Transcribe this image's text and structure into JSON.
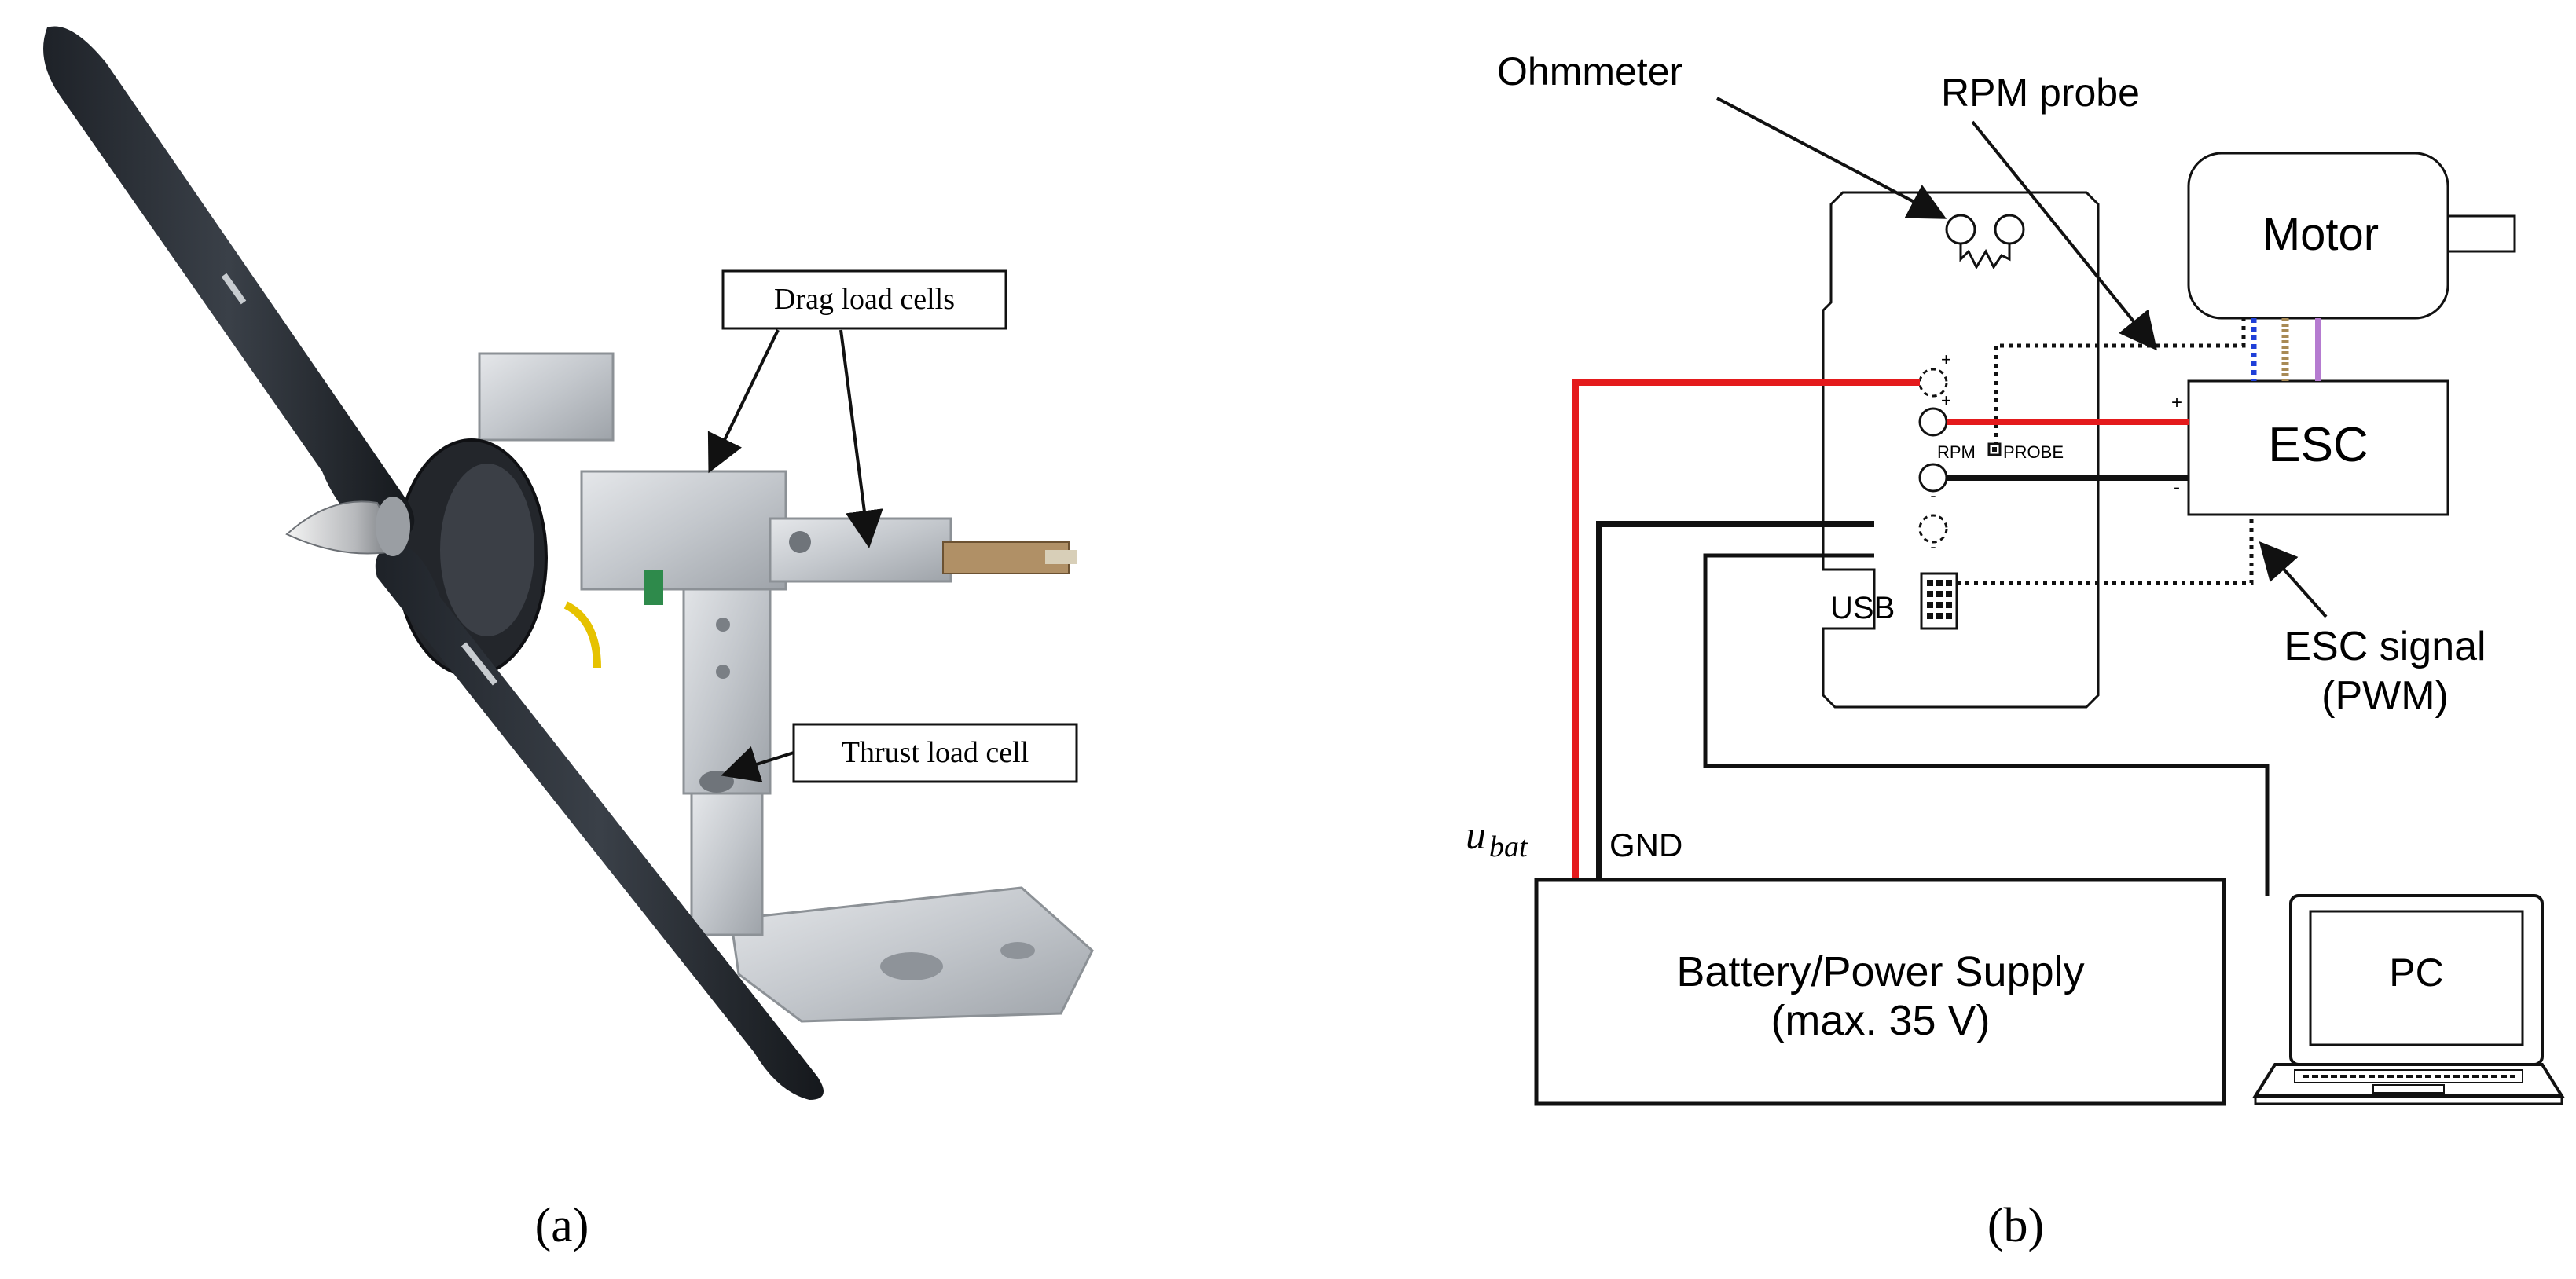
{
  "panel_a": {
    "caption": "(a)",
    "labels": {
      "drag": "Drag load cells",
      "thrust": "Thrust load cell"
    }
  },
  "panel_b": {
    "caption": "(b)",
    "labels": {
      "ohmmeter": "Ohmmeter",
      "rpm_probe": "RPM probe",
      "motor": "Motor",
      "esc": "ESC",
      "rpm_marker_left": "RPM",
      "rpm_marker_right": "PROBE",
      "usb": "USB",
      "esc_signal_line1": "ESC signal",
      "esc_signal_line2": "(PWM)",
      "u_bat_main": "u",
      "u_bat_sub": "bat",
      "gnd": "GND",
      "battery_line1": "Battery/Power Supply",
      "battery_line2": "(max. 35 V)",
      "pc": "PC",
      "plus": "+",
      "minus": "-"
    }
  },
  "colors": {
    "positive_wire": "#e41a1c",
    "negative_wire": "#111111",
    "motor_phase_1": "#1f3fd8",
    "motor_phase_2": "#a88a55",
    "motor_phase_3": "#b57bd0"
  }
}
